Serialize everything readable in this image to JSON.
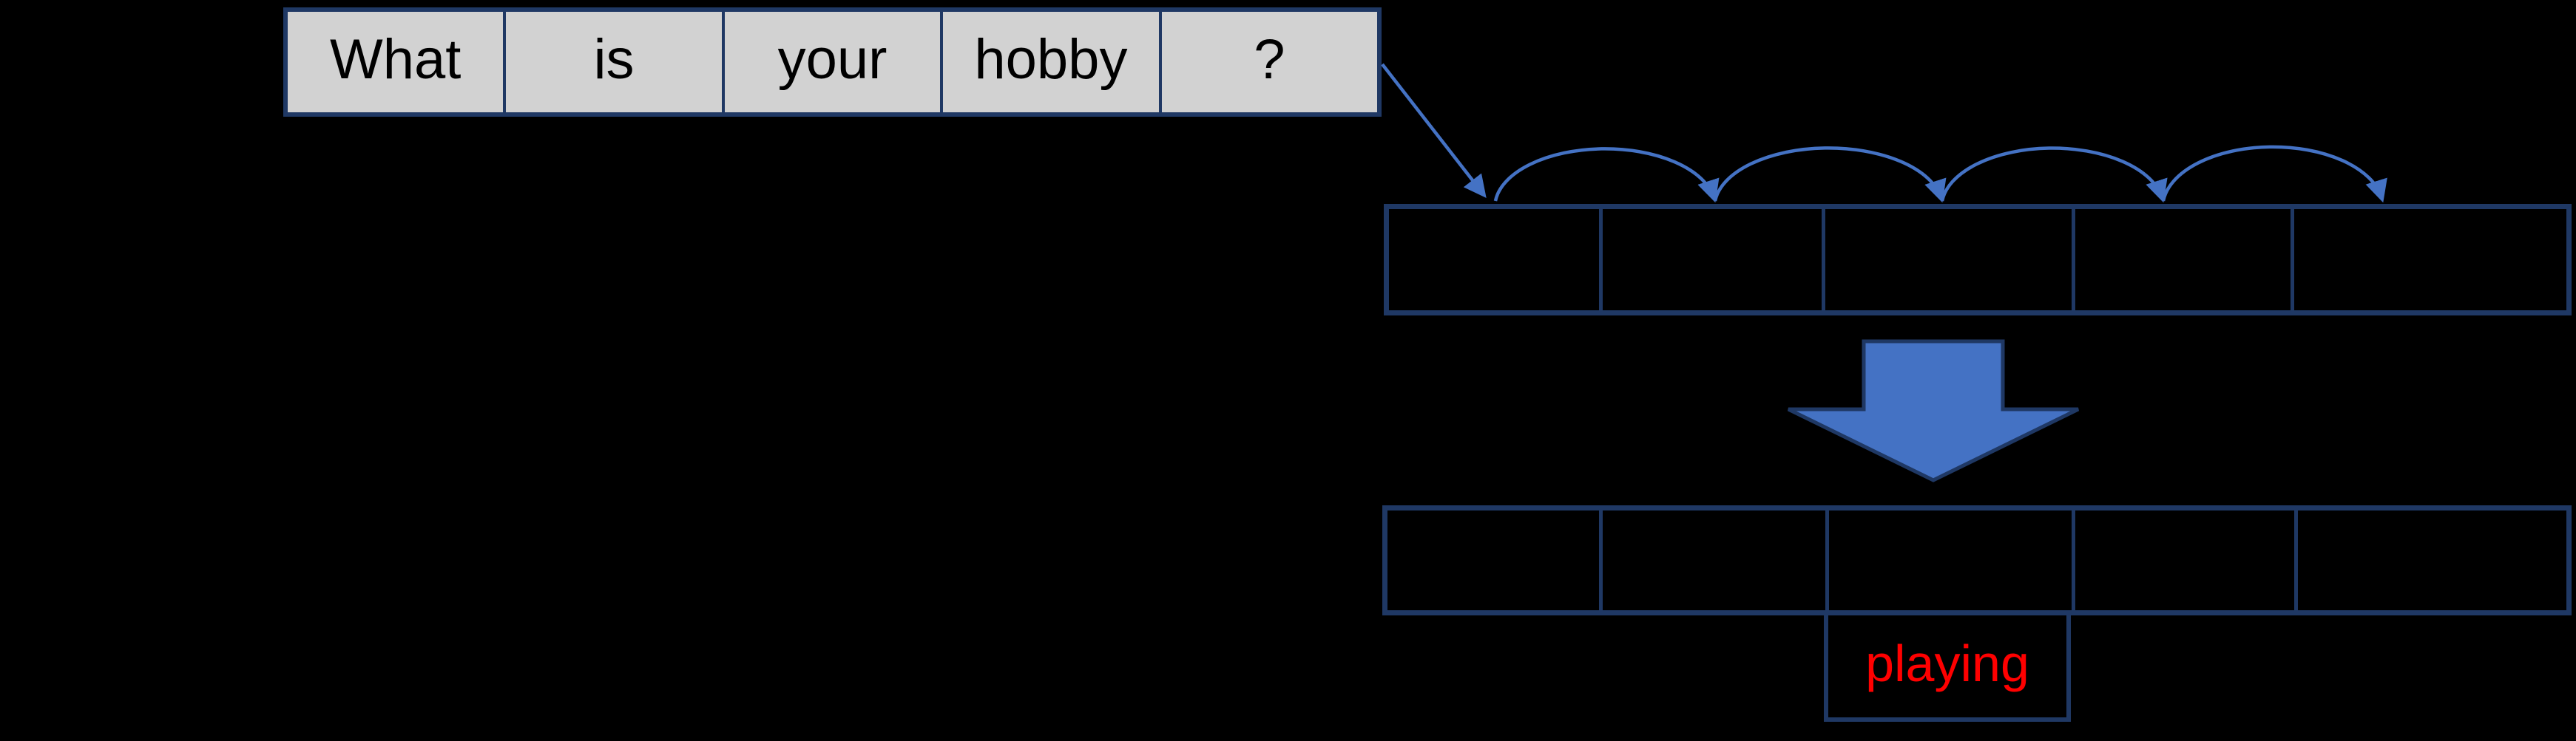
{
  "colors": {
    "background": "#000000",
    "table_border_navy": "#1f3864",
    "sentence_fill_gray": "#d2d2d2",
    "sentence_text": "#000000",
    "arrow_blue": "#4472c4",
    "prediction_red": "#ff0000"
  },
  "sentence_row": {
    "cells": [
      "What",
      "is",
      "your",
      "hobby",
      "?"
    ]
  },
  "upper_slot_row": {
    "cell_count": 5
  },
  "lower_slot_row": {
    "cell_count": 5
  },
  "hop_arrows": {
    "count": 4,
    "direction": "left-to-right"
  },
  "prediction": {
    "label": "playing"
  }
}
